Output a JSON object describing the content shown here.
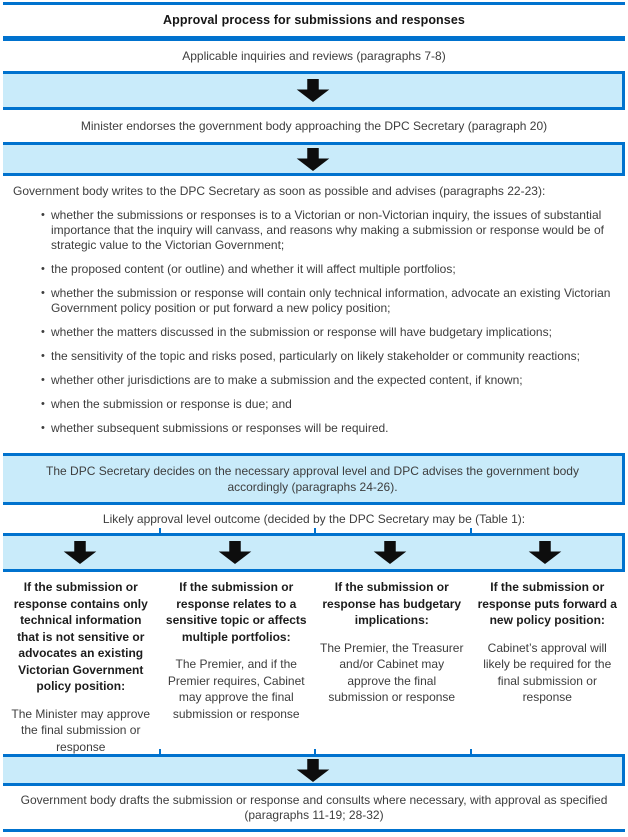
{
  "title": "Approval process for submissions and responses",
  "flow": {
    "step_inquiries": "Applicable inquiries and reviews (paragraphs 7-8)",
    "step_minister": "Minister endorses the government body approaching the DPC Secretary (paragraph 20)",
    "advises_intro": "Government body writes to the DPC Secretary as soon as possible and advises (paragraphs 22-23):",
    "advises_bullets": [
      "whether the submissions or responses is to a Victorian or non-Victorian inquiry, the issues of substantial importance that the inquiry will canvass, and reasons why making a submission or response would be of strategic value to the Victorian Government;",
      "the proposed content (or outline) and whether it will affect multiple portfolios;",
      "whether the submission or response will contain only technical information, advocate an existing Victorian Government policy position or put forward a new policy position;",
      "whether the matters discussed in the submission or response will have budgetary implications;",
      "the sensitivity of the topic and risks posed, particularly on likely stakeholder or community reactions;",
      "whether other jurisdictions are to make a submission and the expected content, if known;",
      "when the submission or response is due; and",
      "whether subsequent submissions or responses will be required."
    ],
    "secretary_decides": "The DPC Secretary decides on the necessary approval level and DPC advises the government body accordingly (paragraphs 24-26).",
    "outcome_intro": "Likely approval level outcome (decided by the DPC Secretary may be (Table 1):",
    "outcomes": [
      {
        "condition": "If the submission or response contains only technical information that is not sensitive or advocates an existing Victorian Government policy position:",
        "approver": "The Minister may approve the final submission or response"
      },
      {
        "condition": "If the submission or response relates to a sensitive topic or affects multiple portfolios:",
        "approver": "The Premier, and if the Premier requires, Cabinet may approve the final submission or response"
      },
      {
        "condition": "If the submission or response has budgetary implications:",
        "approver": "The Premier, the Treasurer and/or Cabinet may approve the final submission or response"
      },
      {
        "condition": "If the submission or response puts forward a new policy position:",
        "approver": "Cabinet’s approval will likely be required for the final submission or response"
      }
    ],
    "final_step": "Government body drafts the submission or response and consults where necessary, with approval as specified (paragraphs 11-19; 28-32)"
  },
  "bullet_glyph": "•",
  "icons": {
    "down_arrow": "black block arrow pointing down"
  },
  "colors": {
    "line_blue": "#0072CE",
    "band_light_blue": "#C9EBFA",
    "arrow_black": "#0D0D0D",
    "body_text": "#3D3D3D",
    "heading_text": "#1C1C1C"
  }
}
